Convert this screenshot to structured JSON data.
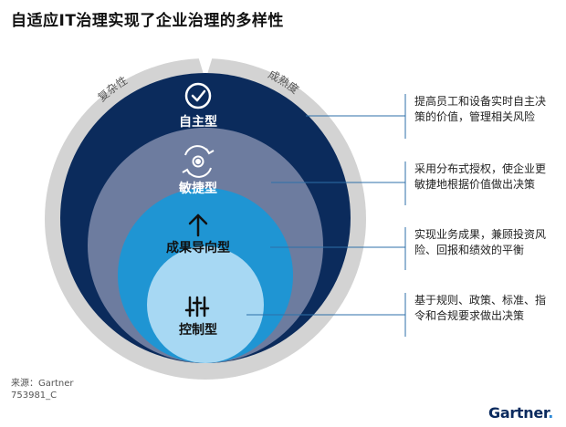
{
  "title": "自适应IT治理实现了企业治理的多样性",
  "arc_labels": {
    "left": "复杂性",
    "right": "成熟度"
  },
  "tiers": [
    {
      "label": "自主型",
      "icon": "check-circle-icon",
      "color": "#0b2b5c",
      "description": "提高员工和设备实时自主决策的价值，管理相关风险"
    },
    {
      "label": "敏捷型",
      "icon": "gear-cycle-icon",
      "color": "#6d7c9f",
      "description": "采用分布式授权，使企业更敏捷地根据价值做出决策"
    },
    {
      "label": "成果导向型",
      "icon": "arrow-up-icon",
      "color": "#1f95d3",
      "description": "实现业务成果，兼顾投资风险、回报和绩效的平衡"
    },
    {
      "label": "控制型",
      "icon": "sliders-icon",
      "color": "#a7d8f3",
      "description": "基于规则、政策、标准、指令和合规要求做出决策"
    }
  ],
  "source": "来源：Gartner",
  "doc_id": "753981_C",
  "brand": {
    "name": "Gartner",
    "dot": "."
  }
}
